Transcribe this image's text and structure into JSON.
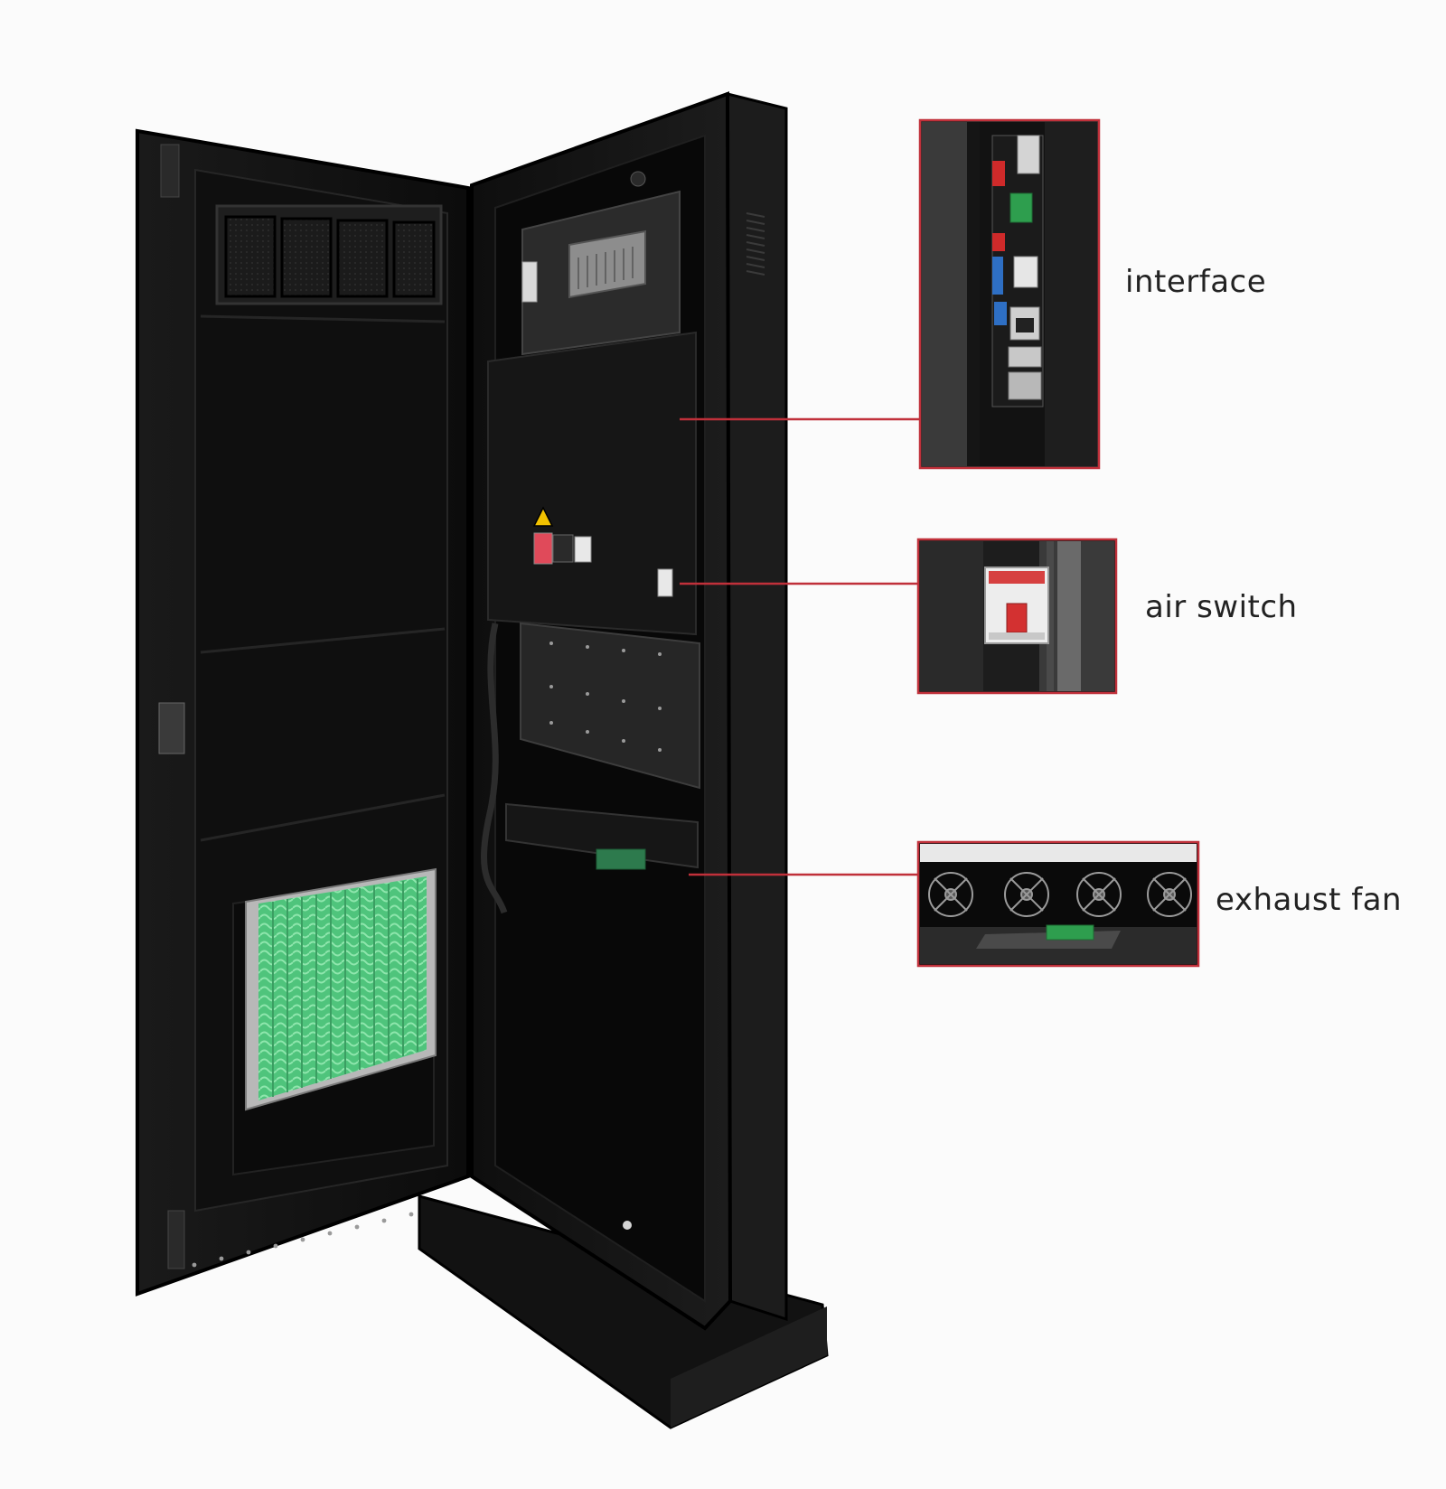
{
  "callouts": {
    "interface": {
      "label": "interface"
    },
    "air_switch": {
      "label": "air switch"
    },
    "exhaust_fan": {
      "label": "exhaust fan"
    }
  },
  "colors": {
    "background": "#fbfbfb",
    "cabinet": "#141414",
    "filter_mesh": "#5fd08a",
    "leader_line": "#c0303a",
    "label_text": "#222222"
  },
  "icons": {
    "warning_sticker": "warning-triangle-icon",
    "fans": "fan-icon"
  }
}
